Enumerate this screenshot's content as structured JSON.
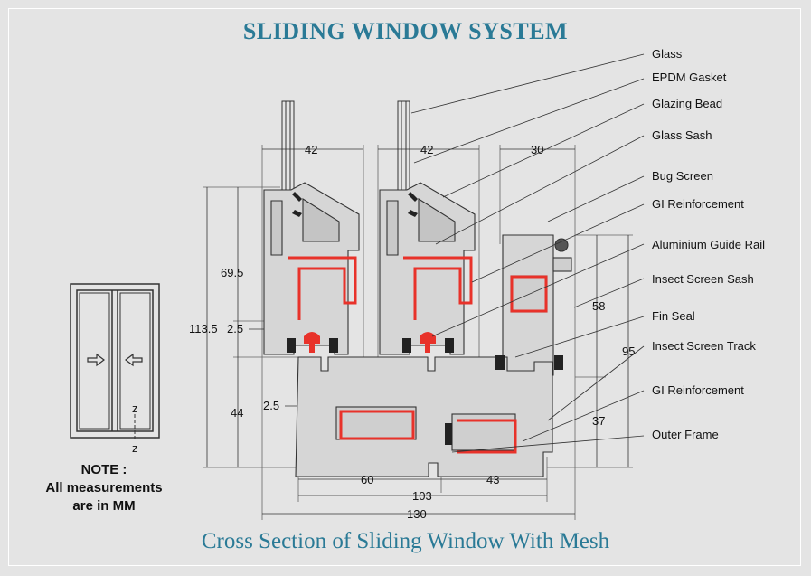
{
  "title": "SLIDING WINDOW SYSTEM",
  "subtitle": "Cross Section of Sliding Window With Mesh",
  "note": {
    "heading": "NOTE :",
    "line1": "All measurements",
    "line2": "are in MM"
  },
  "colors": {
    "title": "#2a7a96",
    "reinforcement": "#e8322a",
    "background": "#e4e4e4"
  },
  "icon_labels": {
    "axis": "z"
  },
  "labels": [
    "Glass",
    "EPDM Gasket",
    "Glazing Bead",
    "Glass Sash",
    "Bug Screen",
    "GI Reinforcement",
    "Aluminium Guide Rail",
    "Insect Screen Sash",
    "Fin Seal",
    "Insect Screen Track",
    "GI Reinforcement",
    "Outer Frame"
  ],
  "dimensions": {
    "sash1_width": "42",
    "sash2_width": "42",
    "mesh_width": "30",
    "h_69_5": "69.5",
    "h_113_5": "113.5",
    "gap_2_5_top": "2.5",
    "gap_2_5_bottom": "2.5",
    "h_44": "44",
    "w_60": "60",
    "w_43": "43",
    "w_103": "103",
    "w_130": "130",
    "h_58": "58",
    "h_95": "95",
    "h_37": "37"
  }
}
